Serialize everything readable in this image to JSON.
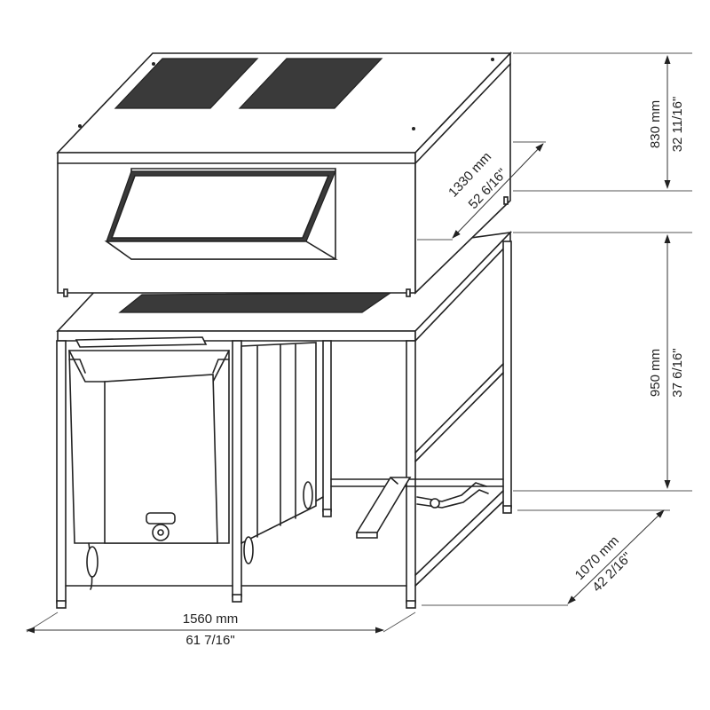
{
  "dimensions": {
    "width": {
      "metric": "1560 mm",
      "imperial": "61 7/16\""
    },
    "depth": {
      "metric": "1070 mm",
      "imperial": "42 2/16\""
    },
    "base_height": {
      "metric": "950 mm",
      "imperial": "37 6/16\""
    },
    "hood_height": {
      "metric": "830 mm",
      "imperial": "32 11/16\""
    },
    "hood_depth": {
      "metric": "1330 mm",
      "imperial": "52 6/16\""
    }
  },
  "colors": {
    "line": "#222222",
    "background": "#ffffff"
  }
}
